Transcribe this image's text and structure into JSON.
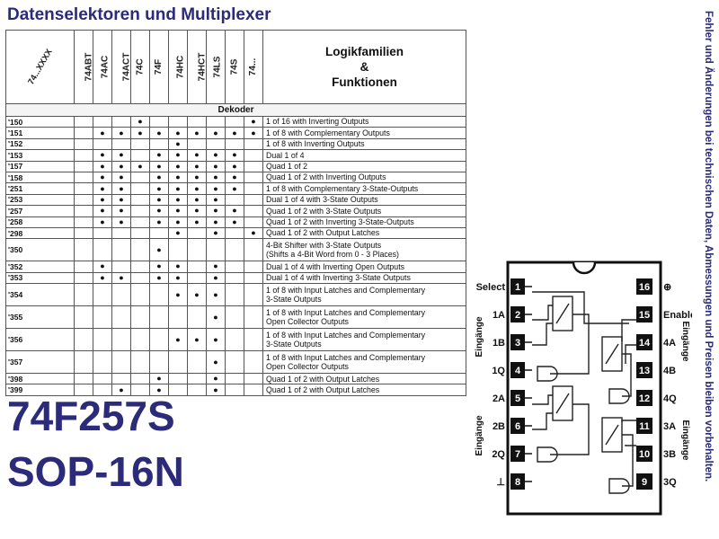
{
  "title": "Datenselektoren und Multiplexer",
  "side_note": "Fehler und Änderungen bei technischen Daten, Abmessungen und Preisen bleiben vorbehalten.",
  "table": {
    "corner_label": "74...XXXX",
    "columns": [
      "74ABT",
      "74AC",
      "74ACT",
      "74C",
      "74F",
      "74HC",
      "74HCT",
      "74LS",
      "74S",
      "74..."
    ],
    "function_header": [
      "Logikfamilien",
      "&",
      "Funktionen"
    ],
    "section": "Dekoder",
    "dot": "●",
    "rows": [
      {
        "code": "'150",
        "dots": [
          0,
          0,
          0,
          1,
          0,
          0,
          0,
          0,
          0,
          1
        ],
        "func": [
          "1 of 16 with Inverting Outputs"
        ]
      },
      {
        "code": "'151",
        "dots": [
          0,
          1,
          1,
          1,
          1,
          1,
          1,
          1,
          1,
          1
        ],
        "func": [
          "1 of 8 with Complementary Outputs"
        ]
      },
      {
        "code": "'152",
        "dots": [
          0,
          0,
          0,
          0,
          0,
          1,
          0,
          0,
          0,
          0
        ],
        "func": [
          "1 of 8 with Inverting Outputs"
        ]
      },
      {
        "code": "'153",
        "dots": [
          0,
          1,
          1,
          0,
          1,
          1,
          1,
          1,
          1,
          0
        ],
        "func": [
          "Dual 1 of 4"
        ]
      },
      {
        "code": "'157",
        "dots": [
          0,
          1,
          1,
          1,
          1,
          1,
          1,
          1,
          1,
          0
        ],
        "func": [
          "Quad 1 of 2"
        ]
      },
      {
        "code": "'158",
        "dots": [
          0,
          1,
          1,
          0,
          1,
          1,
          1,
          1,
          1,
          0
        ],
        "func": [
          "Quad 1 of 2 with Inverting Outputs"
        ]
      },
      {
        "code": "'251",
        "dots": [
          0,
          1,
          1,
          0,
          1,
          1,
          1,
          1,
          1,
          0
        ],
        "func": [
          "1 of 8 with Complementary 3-State-Outputs"
        ]
      },
      {
        "code": "'253",
        "dots": [
          0,
          1,
          1,
          0,
          1,
          1,
          1,
          1,
          0,
          0
        ],
        "func": [
          "Dual 1 of 4 with 3-State Outputs"
        ]
      },
      {
        "code": "'257",
        "dots": [
          0,
          1,
          1,
          0,
          1,
          1,
          1,
          1,
          1,
          0
        ],
        "func": [
          "Quad 1 of 2 with 3-State Outputs"
        ]
      },
      {
        "code": "'258",
        "dots": [
          0,
          1,
          1,
          0,
          1,
          1,
          1,
          1,
          1,
          0
        ],
        "func": [
          "Quad 1 of 2 with Inverting 3-State-Outputs"
        ]
      },
      {
        "code": "'298",
        "dots": [
          0,
          0,
          0,
          0,
          0,
          1,
          0,
          1,
          0,
          1
        ],
        "func": [
          "Quad 1 of 2 with Output Latches"
        ]
      },
      {
        "code": "'350",
        "dots": [
          0,
          0,
          0,
          0,
          1,
          0,
          0,
          0,
          0,
          0
        ],
        "func": [
          "4-Bit Shifter with 3-State Outputs",
          "(Shifts a 4-Bit Word from 0 - 3 Places)"
        ]
      },
      {
        "code": "'352",
        "dots": [
          0,
          1,
          0,
          0,
          1,
          1,
          0,
          1,
          0,
          0
        ],
        "func": [
          "Dual 1 of 4 with Inverting Open Outputs"
        ]
      },
      {
        "code": "'353",
        "dots": [
          0,
          1,
          1,
          0,
          1,
          1,
          0,
          1,
          0,
          0
        ],
        "func": [
          "Dual 1 of 4 with Inverting 3-State Outputs"
        ]
      },
      {
        "code": "'354",
        "dots": [
          0,
          0,
          0,
          0,
          0,
          1,
          1,
          1,
          0,
          0
        ],
        "func": [
          "1 of 8 with Input Latches and Complementary",
          "3-State Outputs"
        ]
      },
      {
        "code": "'355",
        "dots": [
          0,
          0,
          0,
          0,
          0,
          0,
          0,
          1,
          0,
          0
        ],
        "func": [
          "1 of 8 with Input Latches and Complementary",
          "Open Collector Outputs"
        ]
      },
      {
        "code": "'356",
        "dots": [
          0,
          0,
          0,
          0,
          0,
          1,
          1,
          1,
          0,
          0
        ],
        "func": [
          "1 of 8 with Input Latches and Complementary",
          "3-State Outputs"
        ]
      },
      {
        "code": "'357",
        "dots": [
          0,
          0,
          0,
          0,
          0,
          0,
          0,
          1,
          0,
          0
        ],
        "func": [
          "1 of 8 with Input Latches and Complementary",
          "Open Collector Outputs"
        ]
      },
      {
        "code": "'398",
        "dots": [
          0,
          0,
          0,
          0,
          1,
          0,
          0,
          1,
          0,
          0
        ],
        "func": [
          "Quad 1 of 2 with Output Latches"
        ]
      },
      {
        "code": "'399",
        "dots": [
          0,
          0,
          1,
          0,
          1,
          0,
          0,
          1,
          0,
          0
        ],
        "func": [
          "Quad 1 of 2 with Output Latches"
        ]
      }
    ]
  },
  "part": {
    "name": "74F257S",
    "package": "SOP-16N"
  },
  "ic": {
    "left_pins": [
      {
        "num": "1",
        "label": "Select"
      },
      {
        "num": "2",
        "label": "1A"
      },
      {
        "num": "3",
        "label": "1B"
      },
      {
        "num": "4",
        "label": "1Q"
      },
      {
        "num": "5",
        "label": "2A"
      },
      {
        "num": "6",
        "label": "2B"
      },
      {
        "num": "7",
        "label": "2Q"
      },
      {
        "num": "8",
        "label": "⊥"
      }
    ],
    "right_pins": [
      {
        "num": "16",
        "label": "⊕"
      },
      {
        "num": "15",
        "label": "Enable"
      },
      {
        "num": "14",
        "label": "4A"
      },
      {
        "num": "13",
        "label": "4B"
      },
      {
        "num": "12",
        "label": "4Q"
      },
      {
        "num": "11",
        "label": "3A"
      },
      {
        "num": "10",
        "label": "3B"
      },
      {
        "num": "9",
        "label": "3Q"
      }
    ],
    "group_labels": {
      "left_top": "Eingänge",
      "left_bottom": "Eingänge",
      "right_top": "Eingänge",
      "right_bottom": "Eingänge"
    }
  }
}
